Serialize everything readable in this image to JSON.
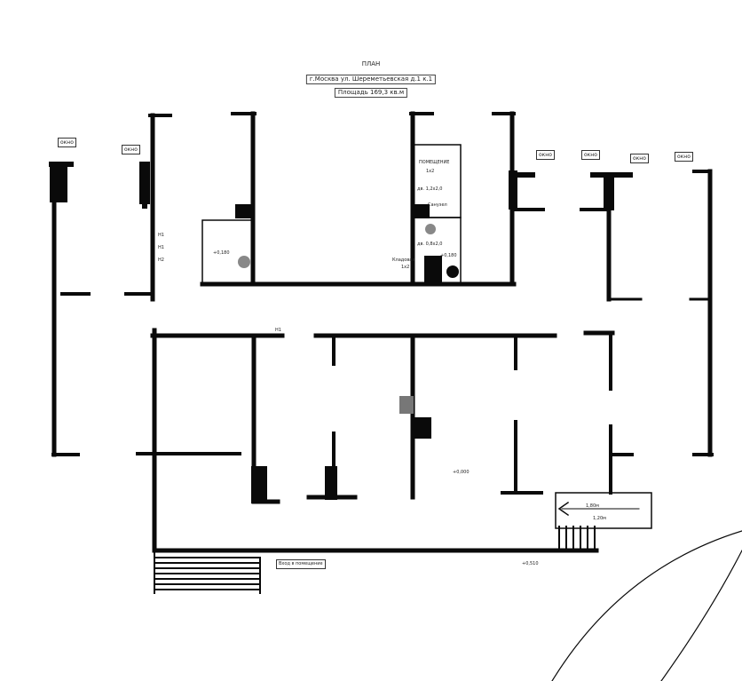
{
  "header": {
    "line1": "ПЛАН",
    "line2": "г.Москва ул. Шереметьевская д.1 к.1",
    "line3": "Площадь 169,3 кв.м"
  },
  "markers": {
    "window": "окно"
  },
  "labels": {
    "levels_left": [
      "Н1",
      "Н1",
      "Н2"
    ],
    "elev_left_room": "+0,180",
    "room_top_right_a": "ПОМЕЩЕНИЕ",
    "room_top_right_b": "1х2",
    "door_spec_1": "дв. 1,2х2,0",
    "wc": "Санузел",
    "door_spec_2": "дв. 0,8х2,0",
    "small_room_a": "Кладовая",
    "small_room_b": "1х2",
    "elev_top_right": "+0,180",
    "corridor_tag": "Н1",
    "elev_center": "+0,000",
    "stairs_1": "1,80м",
    "stairs_2": "1,20м",
    "entrance": "Вход в помещение",
    "elev_bottom": "+0,510"
  }
}
